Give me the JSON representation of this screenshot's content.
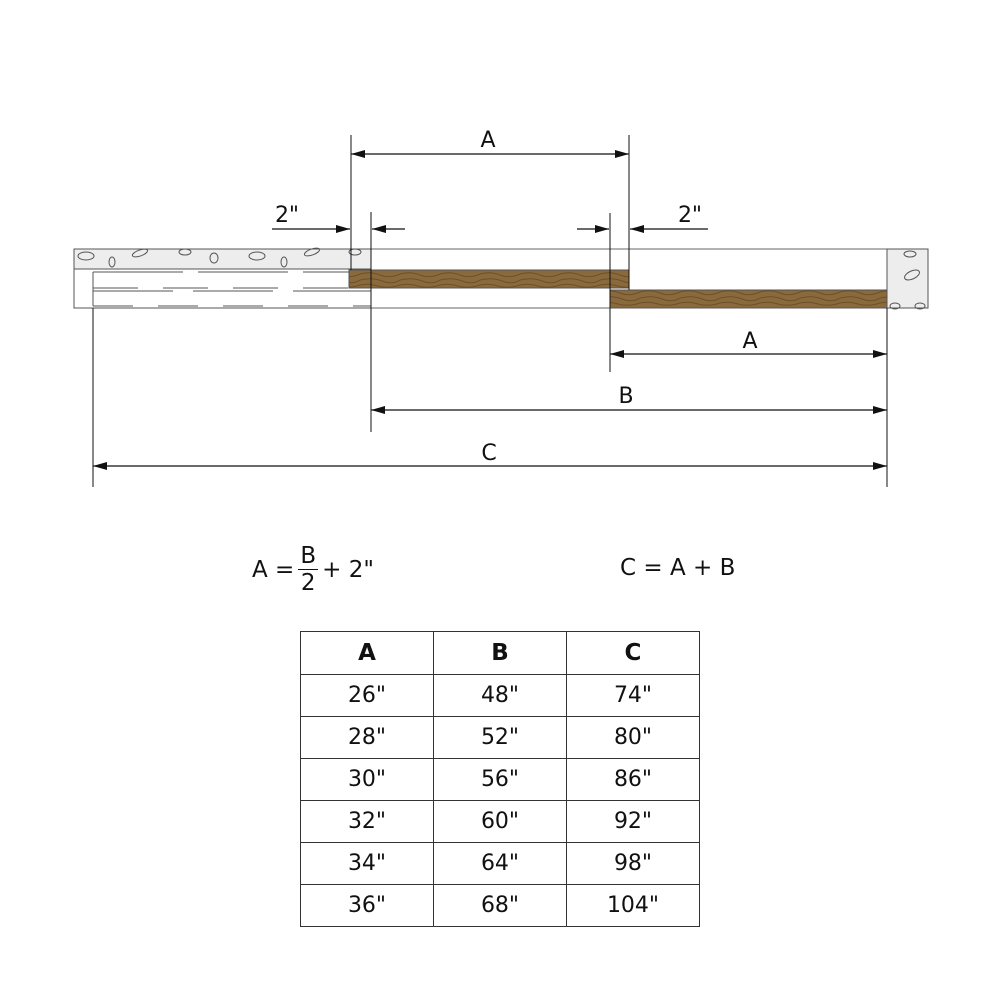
{
  "diagram": {
    "labels": {
      "a_top": "A",
      "gap_left": "2\"",
      "gap_right": "2\"",
      "a_bottom": "A",
      "b": "B",
      "c": "C"
    },
    "colors": {
      "wood": "#8a6a3c",
      "wood_grain": "#6d5028",
      "concrete": "#ededed",
      "line": "#111111"
    }
  },
  "formulas": {
    "left": {
      "lhs": "A =",
      "numerator": "B",
      "denominator": "2",
      "rhs": "+ 2\""
    },
    "right": "C = A + B"
  },
  "table": {
    "headers": [
      "A",
      "B",
      "C"
    ],
    "rows": [
      [
        "26\"",
        "48\"",
        "74\""
      ],
      [
        "28\"",
        "52\"",
        "80\""
      ],
      [
        "30\"",
        "56\"",
        "86\""
      ],
      [
        "32\"",
        "60\"",
        "92\""
      ],
      [
        "34\"",
        "64\"",
        "98\""
      ],
      [
        "36\"",
        "68\"",
        "104\""
      ]
    ]
  }
}
